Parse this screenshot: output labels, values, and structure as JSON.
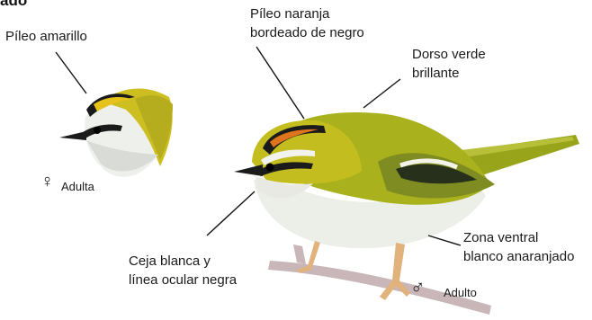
{
  "title_fragment": "ado",
  "labels": {
    "crown_yellow": "Píleo amarillo",
    "crown_orange_line1": "Píleo naranja",
    "crown_orange_line2": "bordeado de negro",
    "back_line1": "Dorso verde",
    "back_line2": "brillante",
    "brow_line1": "Ceja blanca y",
    "brow_line2": "línea ocular negra",
    "belly_line1": "Zona ventral",
    "belly_line2": "blanco anaranjado"
  },
  "sex": {
    "female_symbol": "♀",
    "female_label": "Adulta",
    "male_symbol": "♂",
    "male_label": "Adulto"
  },
  "colors": {
    "plumage_green": "#a9b21c",
    "crown_orange": "#e0741c",
    "crown_yellow": "#e6c21a",
    "belly": "#efefe8",
    "stripe": "#1b1b1b",
    "branch": "#c9b6b9",
    "legs": "#e2b27c"
  }
}
